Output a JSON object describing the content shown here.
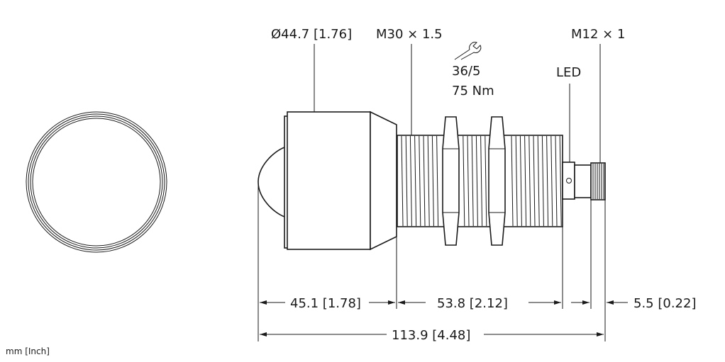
{
  "labels": {
    "diameter": "Ø44.7 [1.76]",
    "thread_main": "M30 × 1.5",
    "wrench_size": "36/5",
    "torque": "75 Nm",
    "led": "LED",
    "thread_connector": "M12 × 1"
  },
  "dimensions": {
    "head_length": "45.1 [1.78]",
    "thread_length": "53.8 [2.12]",
    "connector_length": "5.5 [0.22]",
    "total_length": "113.9 [4.48]"
  },
  "units": "mm [Inch]"
}
